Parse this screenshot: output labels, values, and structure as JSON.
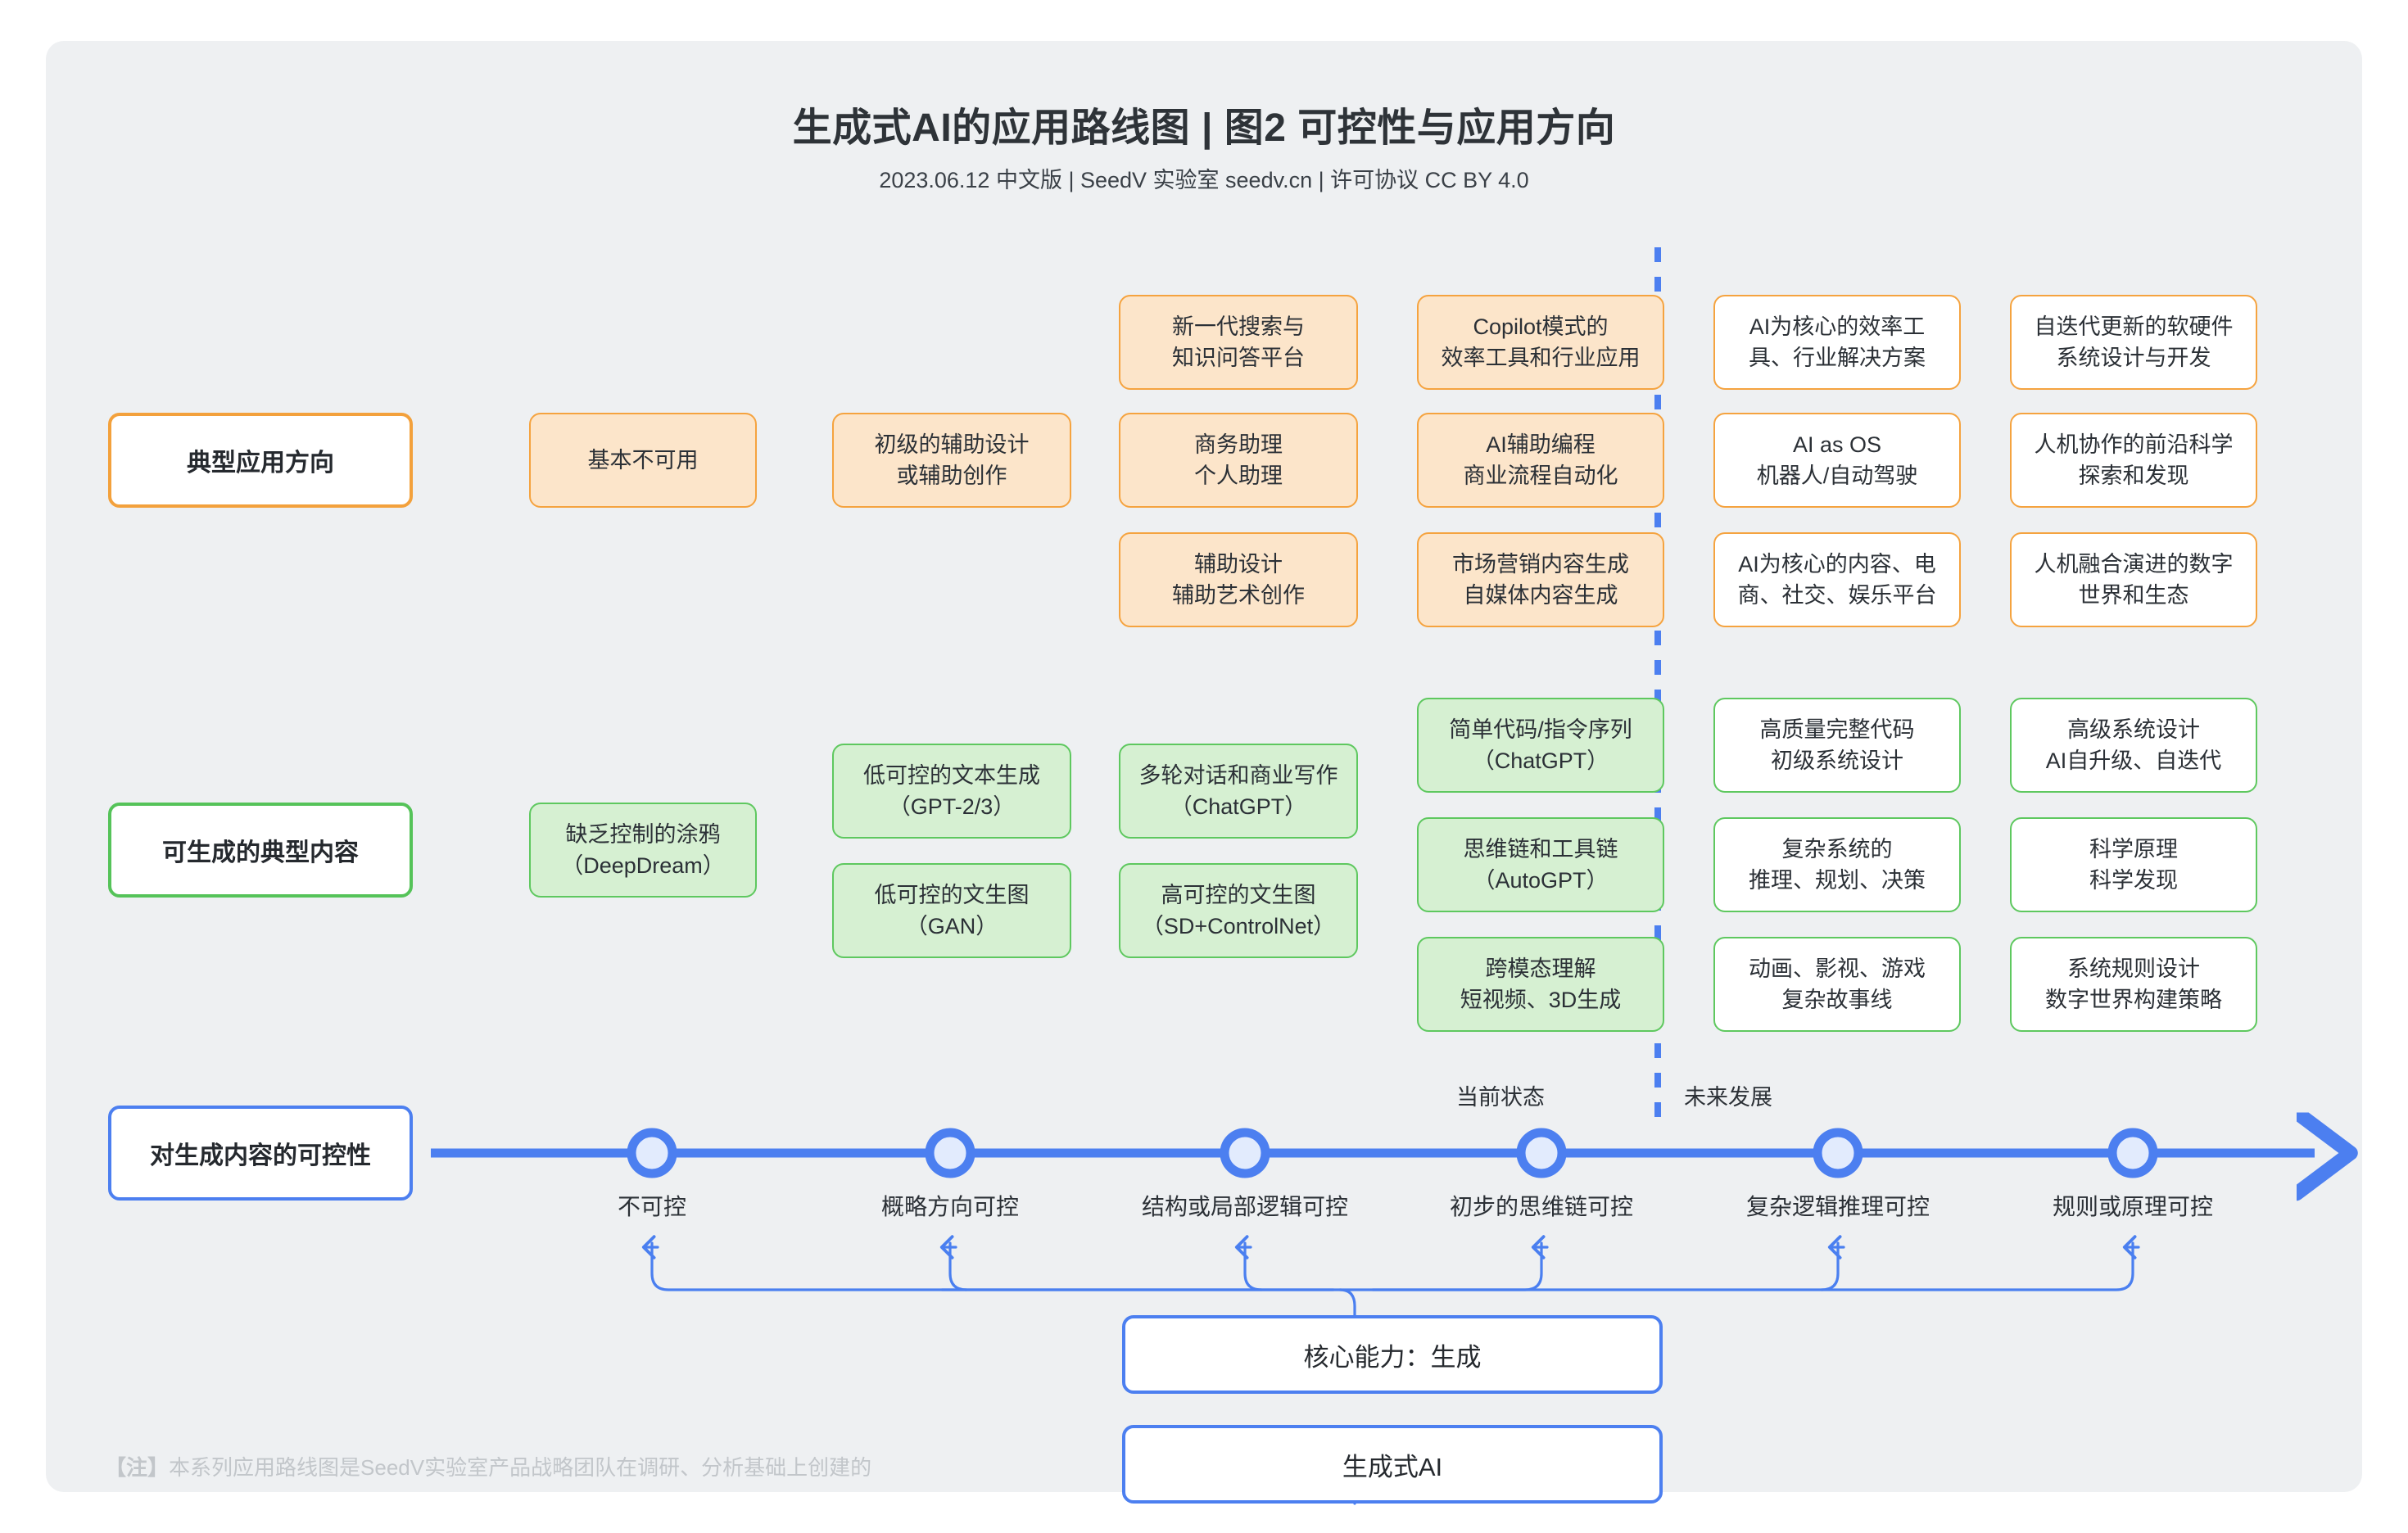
{
  "header": {
    "title": "生成式AI的应用路线图 | 图2 可控性与应用方向",
    "subtitle": "2023.06.12 中文版 | SeedV 实验室 seedv.cn | 许可协议 CC BY 4.0"
  },
  "colors": {
    "canvas_bg": "#eef0f2",
    "orange_border": "#f5a33f",
    "orange_fill": "#fce5ca",
    "green_border": "#5ec85f",
    "green_fill": "#d6f0d2",
    "blue": "#4c7ff0",
    "text": "#2b3036",
    "footnote": "#c2c6ca"
  },
  "rows": {
    "applications": {
      "label": "典型应用方向"
    },
    "content": {
      "label": "可生成的典型内容"
    },
    "controllability": {
      "label": "对生成内容的可控性"
    }
  },
  "phase_labels": {
    "current": "当前状态",
    "future": "未来发展"
  },
  "application_columns": [
    {
      "stage": 1,
      "cards": [
        {
          "lines": [
            "基本不可用"
          ],
          "style": "filled"
        }
      ]
    },
    {
      "stage": 2,
      "cards": [
        {
          "lines": [
            "初级的辅助设计",
            "或辅助创作"
          ],
          "style": "filled"
        }
      ]
    },
    {
      "stage": 3,
      "cards": [
        {
          "lines": [
            "新一代搜索与",
            "知识问答平台"
          ],
          "style": "filled"
        },
        {
          "lines": [
            "商务助理",
            "个人助理"
          ],
          "style": "filled"
        },
        {
          "lines": [
            "辅助设计",
            "辅助艺术创作"
          ],
          "style": "filled"
        }
      ]
    },
    {
      "stage": 4,
      "cards": [
        {
          "lines": [
            "Copilot模式的",
            "效率工具和行业应用"
          ],
          "style": "filled"
        },
        {
          "lines": [
            "AI辅助编程",
            "商业流程自动化"
          ],
          "style": "filled"
        },
        {
          "lines": [
            "市场营销内容生成",
            "自媒体内容生成"
          ],
          "style": "filled"
        }
      ]
    },
    {
      "stage": 5,
      "cards": [
        {
          "lines": [
            "AI为核心的效率工",
            "具、行业解决方案"
          ],
          "style": "hollow"
        },
        {
          "lines": [
            "AI as OS",
            "机器人/自动驾驶"
          ],
          "style": "hollow"
        },
        {
          "lines": [
            "AI为核心的内容、电",
            "商、社交、娱乐平台"
          ],
          "style": "hollow"
        }
      ]
    },
    {
      "stage": 6,
      "cards": [
        {
          "lines": [
            "自迭代更新的软硬件",
            "系统设计与开发"
          ],
          "style": "hollow"
        },
        {
          "lines": [
            "人机协作的前沿科学",
            "探索和发现"
          ],
          "style": "hollow"
        },
        {
          "lines": [
            "人机融合演进的数字",
            "世界和生态"
          ],
          "style": "hollow"
        }
      ]
    }
  ],
  "content_columns": [
    {
      "stage": 1,
      "cards": [
        {
          "lines": [
            "缺乏控制的涂鸦",
            "（DeepDream）"
          ],
          "style": "filled"
        }
      ]
    },
    {
      "stage": 2,
      "cards": [
        {
          "lines": [
            "低可控的文本生成",
            "（GPT-2/3）"
          ],
          "style": "filled"
        },
        {
          "lines": [
            "低可控的文生图",
            "（GAN）"
          ],
          "style": "filled"
        }
      ]
    },
    {
      "stage": 3,
      "cards": [
        {
          "lines": [
            "多轮对话和商业写作",
            "（ChatGPT）"
          ],
          "style": "filled"
        },
        {
          "lines": [
            "高可控的文生图",
            "（SD+ControlNet）"
          ],
          "style": "filled"
        }
      ]
    },
    {
      "stage": 4,
      "cards": [
        {
          "lines": [
            "简单代码/指令序列",
            "（ChatGPT）"
          ],
          "style": "filled"
        },
        {
          "lines": [
            "思维链和工具链",
            "（AutoGPT）"
          ],
          "style": "filled"
        },
        {
          "lines": [
            "跨模态理解",
            "短视频、3D生成"
          ],
          "style": "filled"
        }
      ]
    },
    {
      "stage": 5,
      "cards": [
        {
          "lines": [
            "高质量完整代码",
            "初级系统设计"
          ],
          "style": "hollow"
        },
        {
          "lines": [
            "复杂系统的",
            "推理、规划、决策"
          ],
          "style": "hollow"
        },
        {
          "lines": [
            "动画、影视、游戏",
            "复杂故事线"
          ],
          "style": "hollow"
        }
      ]
    },
    {
      "stage": 6,
      "cards": [
        {
          "lines": [
            "高级系统设计",
            "AI自升级、自迭代"
          ],
          "style": "hollow"
        },
        {
          "lines": [
            "科学原理",
            "科学发现"
          ],
          "style": "hollow"
        },
        {
          "lines": [
            "系统规则设计",
            "数字世界构建策略"
          ],
          "style": "hollow"
        }
      ]
    }
  ],
  "timeline": {
    "ticks": [
      {
        "label": "不可控"
      },
      {
        "label": "概略方向可控"
      },
      {
        "label": "结构或局部逻辑可控"
      },
      {
        "label": "初步的思维链可控"
      },
      {
        "label": "复杂逻辑推理可控"
      },
      {
        "label": "规则或原理可控"
      }
    ]
  },
  "bottom": {
    "core_capability": "核心能力：生成",
    "foundation": "生成式AI"
  },
  "footnote": {
    "tag": "【注】",
    "text": "本系列应用路线图是SeedV实验室产品战略团队在调研、分析基础上创建的"
  }
}
